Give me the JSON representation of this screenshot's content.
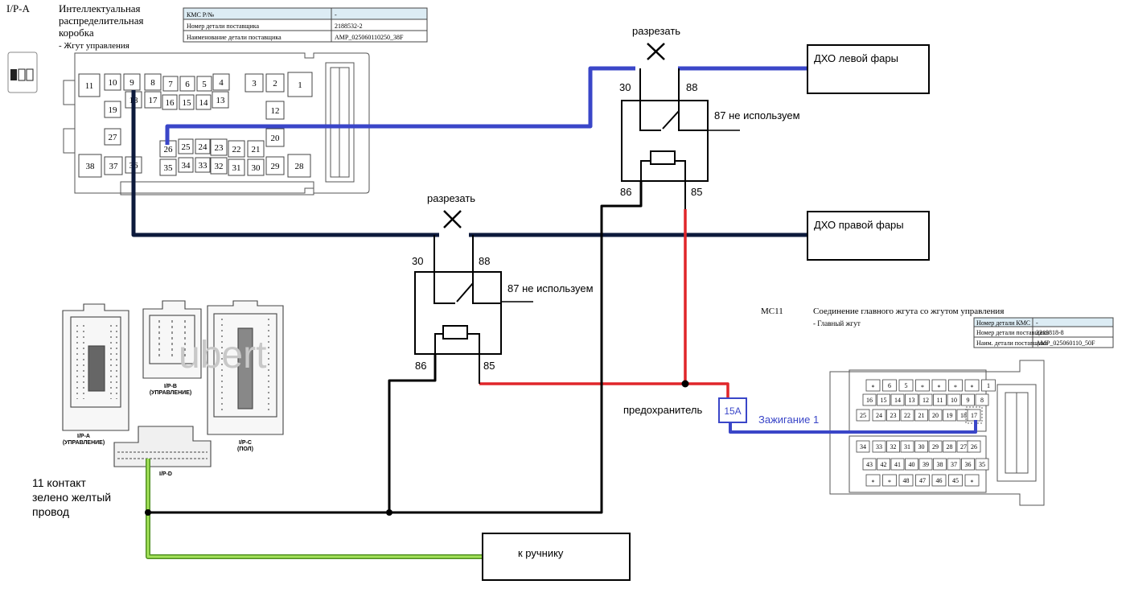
{
  "ipa": {
    "code": "I/P-A",
    "title_line1": "Интеллектуальная",
    "title_line2": "распределительная",
    "title_line3": "коробка",
    "subtitle": "- Жгут управления",
    "table": [
      {
        "key": "КМС P/№",
        "value": "-"
      },
      {
        "key": "Номер детали поставщика",
        "value": "2188532-2"
      },
      {
        "key": "Наименование детали поставщика",
        "value": "AMP_025060110250_38F"
      }
    ],
    "pins": [
      "11",
      "10",
      "9",
      "8",
      "7",
      "6",
      "5",
      "4",
      "3",
      "2",
      "1",
      "19",
      "18",
      "17",
      "16",
      "15",
      "14",
      "13",
      "12",
      "27",
      "20",
      "26",
      "25",
      "24",
      "23",
      "22",
      "21",
      "38",
      "37",
      "36",
      "35",
      "34",
      "33",
      "32",
      "31",
      "30",
      "29",
      "28"
    ]
  },
  "relay_top": {
    "pin30": "30",
    "pin88": "88",
    "pin86": "86",
    "pin85": "85",
    "unused": "87 не используем",
    "cut": "разрезать"
  },
  "relay_bottom": {
    "pin30": "30",
    "pin88": "88",
    "pin86": "86",
    "pin85": "85",
    "unused": "87 не используем",
    "cut": "разрезать"
  },
  "boxes": {
    "left_drl": "ДХО  левой фары",
    "right_drl": "ДХО правой фары",
    "handbrake": "к ручнику"
  },
  "fuse": {
    "label": "предохранитель",
    "value": "15А"
  },
  "ignition": "Зажигание 1",
  "contact_note": {
    "line1": "11 контакт",
    "line2": "зелено желтый",
    "line3": "провод"
  },
  "connectors_photo": {
    "ipa_label": "I/P-A",
    "ipa_sub": "(УПРАВЛЕНИЕ)",
    "ipb_label": "I/P-B",
    "ipb_sub": "(УПРАВЛЕНИЕ)",
    "ipc_label": "I/P-C",
    "ipc_sub": "(ПОЛ)",
    "ipd_label": "I/P-D",
    "watermark": "ubert"
  },
  "mc11": {
    "code": "MC11",
    "title": "Соединение   главного   жгута  со  жгутом  управления",
    "subtitle": "- Главный  жгут",
    "table": [
      {
        "key": "Номер  детали КМС",
        "value": "-"
      },
      {
        "key": "Номер детали поставщика",
        "value": "2219818-8"
      },
      {
        "key": "Наим. детали поставщика",
        "value": "AMP_025060110_50F"
      }
    ],
    "row1": [
      "*",
      "6",
      "5",
      "*",
      "*",
      "*",
      "*",
      "1"
    ],
    "row2": [
      "16",
      "15",
      "14",
      "13",
      "12",
      "11",
      "10",
      "9",
      "8"
    ],
    "row3": [
      "25",
      "24",
      "23",
      "22",
      "21",
      "20",
      "19",
      "18",
      "17"
    ],
    "row4": [
      "34",
      "33",
      "32",
      "31",
      "30",
      "29",
      "28",
      "27",
      "26"
    ],
    "row5": [
      "43",
      "42",
      "41",
      "40",
      "39",
      "38",
      "37",
      "36",
      "35"
    ],
    "row6": [
      "*",
      "*",
      "48",
      "47",
      "46",
      "45",
      "*"
    ]
  },
  "colors": {
    "blue": "#3a46c8",
    "navy": "#0d1a3c",
    "red": "#e0262a",
    "green": "#8cd13a",
    "black": "#000000"
  }
}
